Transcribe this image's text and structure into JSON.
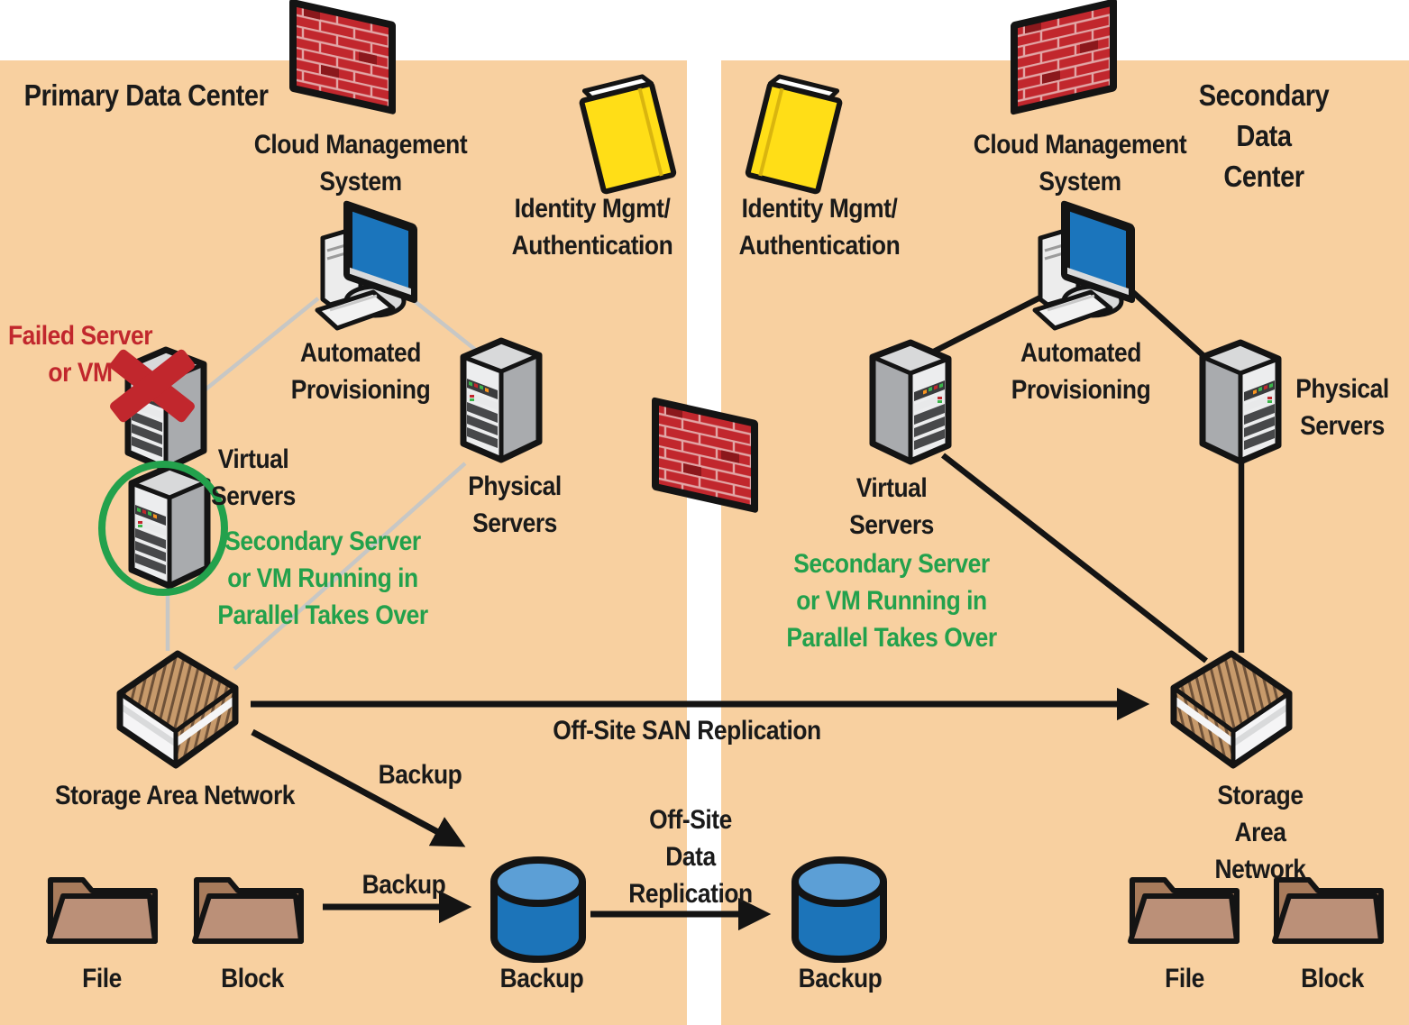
{
  "colors": {
    "background_tan": "#F8D0A0",
    "alert_red": "#C1272D",
    "success_green": "#23A14C",
    "screen_blue": "#1B75BC",
    "book_yellow": "#FFDE17",
    "brick_red": "#C1272D",
    "brick_dark": "#8B181C",
    "cylinder_blue": "#1C74B9",
    "cylinder_top_blue": "#5C9FD6",
    "line_gray": "#C7C7C5",
    "san_tan": "#C79A6B",
    "san_stripe": "#6E5138",
    "outline": "#141414"
  },
  "left_panel": {
    "title": "Primary Data Center",
    "cloud_management_system": "Cloud Management\nSystem",
    "identity_mgmt": "Identity Mgmt/\nAuthentication",
    "automated_provisioning": "Automated\nProvisioning",
    "failed_server_note": "Failed Server\nor VM",
    "virtual_servers": "Virtual\nServers",
    "secondary_server_note": "Secondary Server\nor VM Running in\nParallel Takes Over",
    "physical_servers": "Physical\nServers",
    "storage_area_network": "Storage Area Network",
    "folder_file": "File",
    "folder_block": "Block",
    "backup_arrow_from_san": "Backup",
    "backup_arrow_from_block": "Backup",
    "backup_database": "Backup"
  },
  "right_panel": {
    "title": "Secondary Data Center",
    "cloud_management_system": "Cloud Management\nSystem",
    "identity_mgmt": "Identity Mgmt/\nAuthentication",
    "automated_provisioning": "Automated\nProvisioning",
    "virtual_servers": "Virtual\nServers",
    "secondary_server_note": "Secondary Server\nor VM Running in\nParallel Takes Over",
    "physical_servers": "Physical\nServers",
    "storage_area_network": "Storage Area Network",
    "folder_file": "File",
    "folder_block": "Block",
    "backup_database": "Backup"
  },
  "flows": {
    "offsite_san_replication": "Off-Site SAN Replication",
    "offsite_data_replication": "Off-Site\nData\nReplication"
  },
  "icons": {
    "firewall": "brick-wall-icon",
    "identity_mgmt": "yellow-book-icon",
    "cloud_management": "desktop-computer-icon",
    "server": "server-tower-icon",
    "storage_area_network": "disk-array-box-icon",
    "storage_type": "folder-icon",
    "backup_database": "blue-cylinder-icon",
    "failure_mark": "red-x-icon",
    "takeover_mark": "green-circle-icon"
  }
}
